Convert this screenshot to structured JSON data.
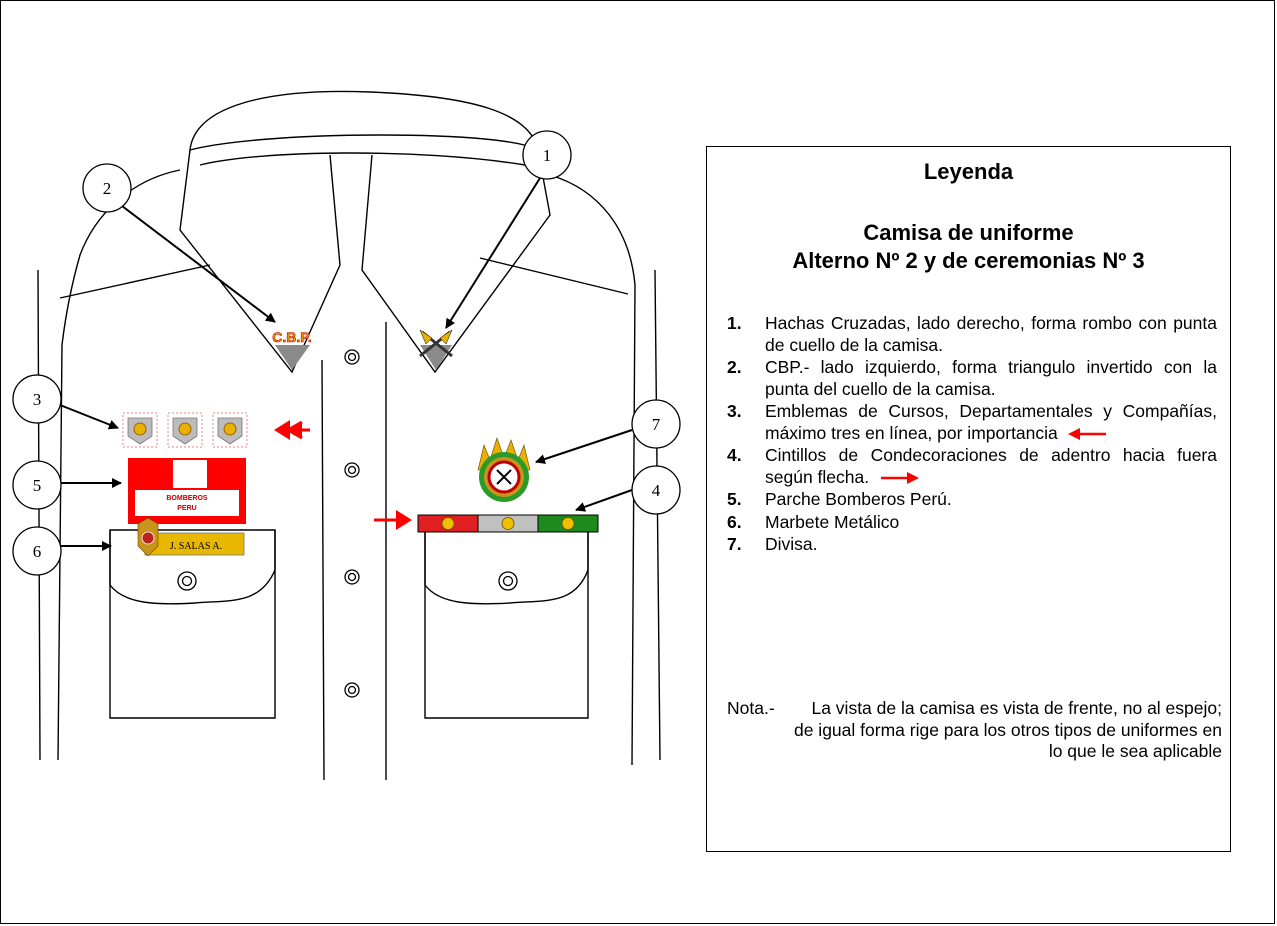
{
  "callouts": {
    "c1": "1",
    "c2": "2",
    "c3": "3",
    "c4": "4",
    "c5": "5",
    "c6": "6",
    "c7": "7"
  },
  "collar_insignia": {
    "cbp_text": "C.B.P."
  },
  "patch": {
    "line1": "BOMBEROS",
    "line2": "PERU"
  },
  "nameplate": {
    "text": "J. SALAS A."
  },
  "ribbon_colors": [
    "#e02020",
    "#c0c0c0",
    "#1e8a1e"
  ],
  "accent_red": "#ff0000",
  "legend": {
    "title": "Leyenda",
    "subtitle_line1": "Camisa de uniforme",
    "subtitle_line2": "Alterno Nº 2  y de ceremonias Nº  3",
    "items": [
      {
        "num": "1.",
        "text": "Hachas Cruzadas, lado derecho, forma rombo con punta de cuello de la camisa."
      },
      {
        "num": "2.",
        "text": "CBP.- lado izquierdo, forma triangulo invertido con la punta del cuello de la camisa."
      },
      {
        "num": "3.",
        "text": "Emblemas de Cursos, Departamentales y Compañías, máximo tres en línea, por importancia"
      },
      {
        "num": "4.",
        "text": "Cintillos de Condecoraciones de adentro hacia fuera según flecha."
      },
      {
        "num": "5.",
        "text": "Parche Bomberos Perú."
      },
      {
        "num": "6.",
        "text": "Marbete Metálico"
      },
      {
        "num": "7.",
        "text": "Divisa."
      }
    ],
    "note_label": "Nota.-",
    "note_text": "La vista de la camisa es vista de frente, no al espejo; de igual forma rige para los otros tipos de uniformes en lo que le sea aplicable"
  }
}
